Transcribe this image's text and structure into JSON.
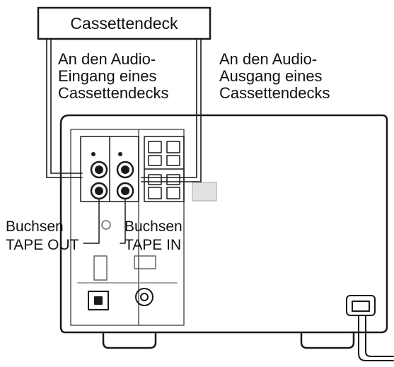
{
  "labels": {
    "cassette_deck": "Cassettendeck",
    "to_input": "An den Audio-\nEingang eines\nCassettendecks",
    "to_output": "An den Audio-\nAusgang eines\nCassettendecks",
    "tape_out": "Buchsen\nTAPE OUT",
    "tape_in": "Buchsen\nTAPE IN"
  }
}
